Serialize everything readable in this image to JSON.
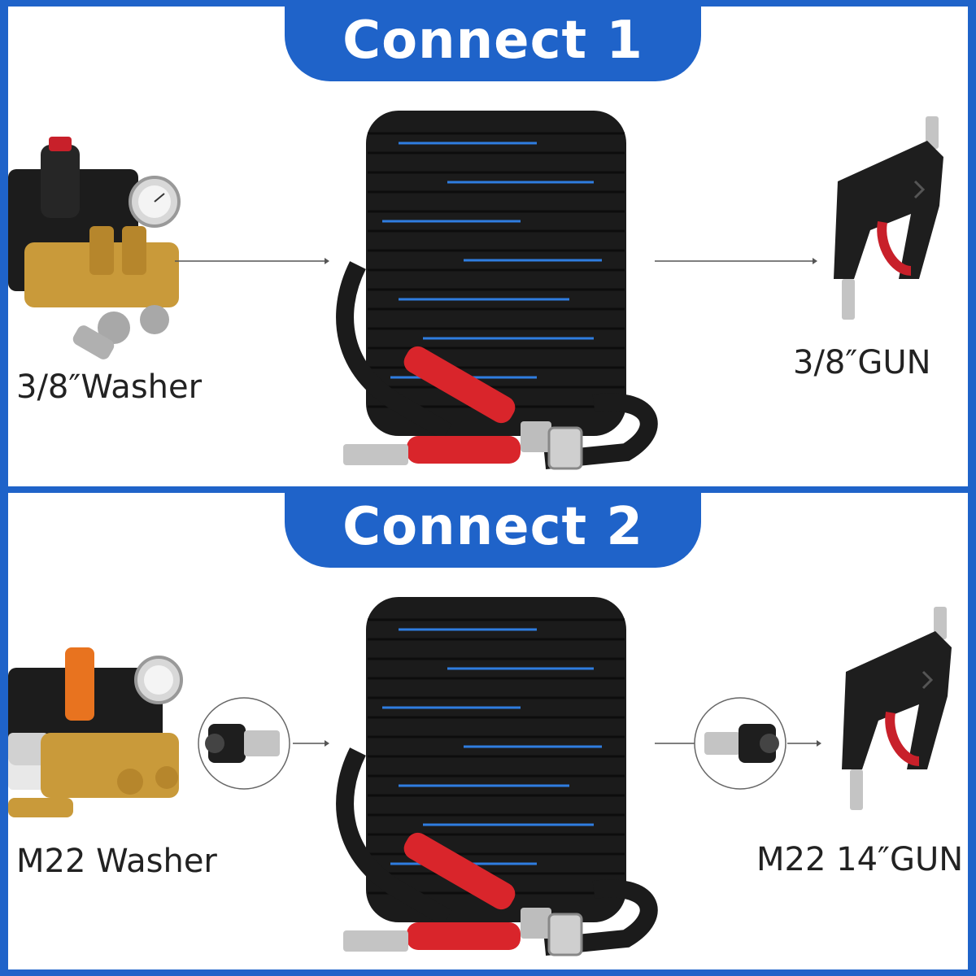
{
  "sections": [
    {
      "title": "Connect 1",
      "left_label": "3/8″Washer",
      "right_label": "3/8″GUN"
    },
    {
      "title": "Connect 2",
      "left_label": "M22 Washer",
      "right_label": "M22 14″GUN"
    }
  ],
  "colors": {
    "brand_blue": "#1f63c9",
    "hose_black": "#1b1b1b",
    "hose_print_blue": "#2f7de0",
    "sleeve_red": "#d9252b",
    "brass": "#c99a3a"
  },
  "icons": [
    "pump-icon",
    "hose-reel-icon",
    "spray-gun-icon",
    "adapter-icon",
    "arrow-right-icon"
  ]
}
